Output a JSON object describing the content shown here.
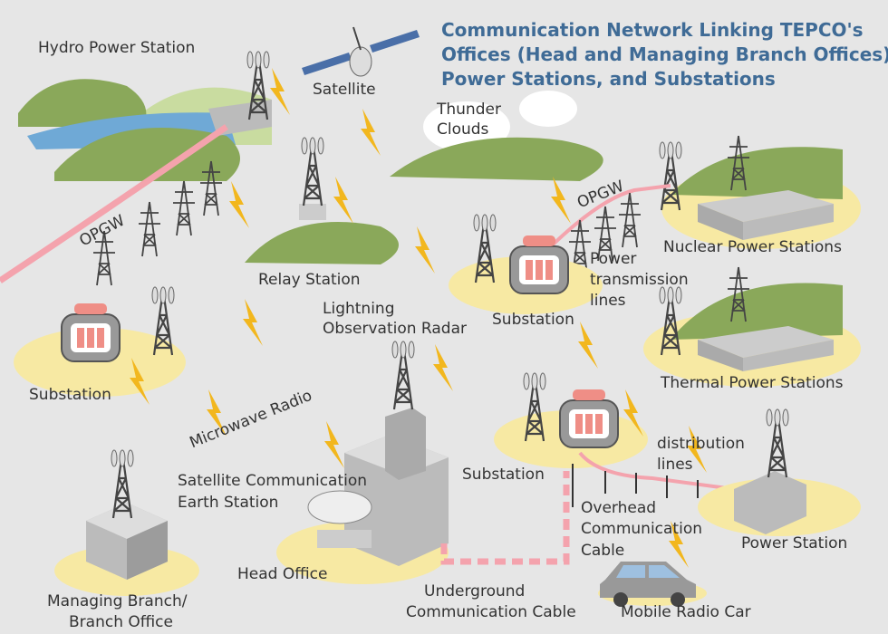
{
  "title": {
    "line1": "Communication Network Linking TEPCO's",
    "line2": "Offices (Head and Managing Branch Offices),",
    "line3": "Power Stations, and Substations"
  },
  "labels": {
    "hydro": "Hydro Power Station",
    "satellite": "Satellite",
    "thunder1": "Thunder",
    "thunder2": "Clouds",
    "opgw_left": "OPGW",
    "opgw_right": "OPGW",
    "relay": "Relay Station",
    "lightning1": "Lightning",
    "lightning2": "Observation Radar",
    "substation_center": "Substation",
    "power_tx1": "Power",
    "power_tx2": "transmission",
    "power_tx3": "lines",
    "nuclear": "Nuclear Power Stations",
    "thermal": "Thermal Power Stations",
    "substation_left": "Substation",
    "microwave": "Microwave Radio",
    "substation_right": "Substation",
    "distribution1": "distribution",
    "distribution2": "lines",
    "sat_earth1": "Satellite Communication",
    "sat_earth2": "Earth Station",
    "overhead1": "Overhead",
    "overhead2": "Communication",
    "overhead3": "Cable",
    "power_station": "Power Station",
    "head_office": "Head Office",
    "underground1": "Underground",
    "underground2": "Communication Cable",
    "mobile": "Mobile Radio Car",
    "branch1": "Managing Branch/",
    "branch2": "Branch Office"
  },
  "colors": {
    "background": "#e6e6e6",
    "title": "#3f6b96",
    "hill": "#8aa85a",
    "pad": "#f7e9a3",
    "lightning": "#f2b71e",
    "cable": "#f4a3ad",
    "water": "#6fa9d6"
  }
}
